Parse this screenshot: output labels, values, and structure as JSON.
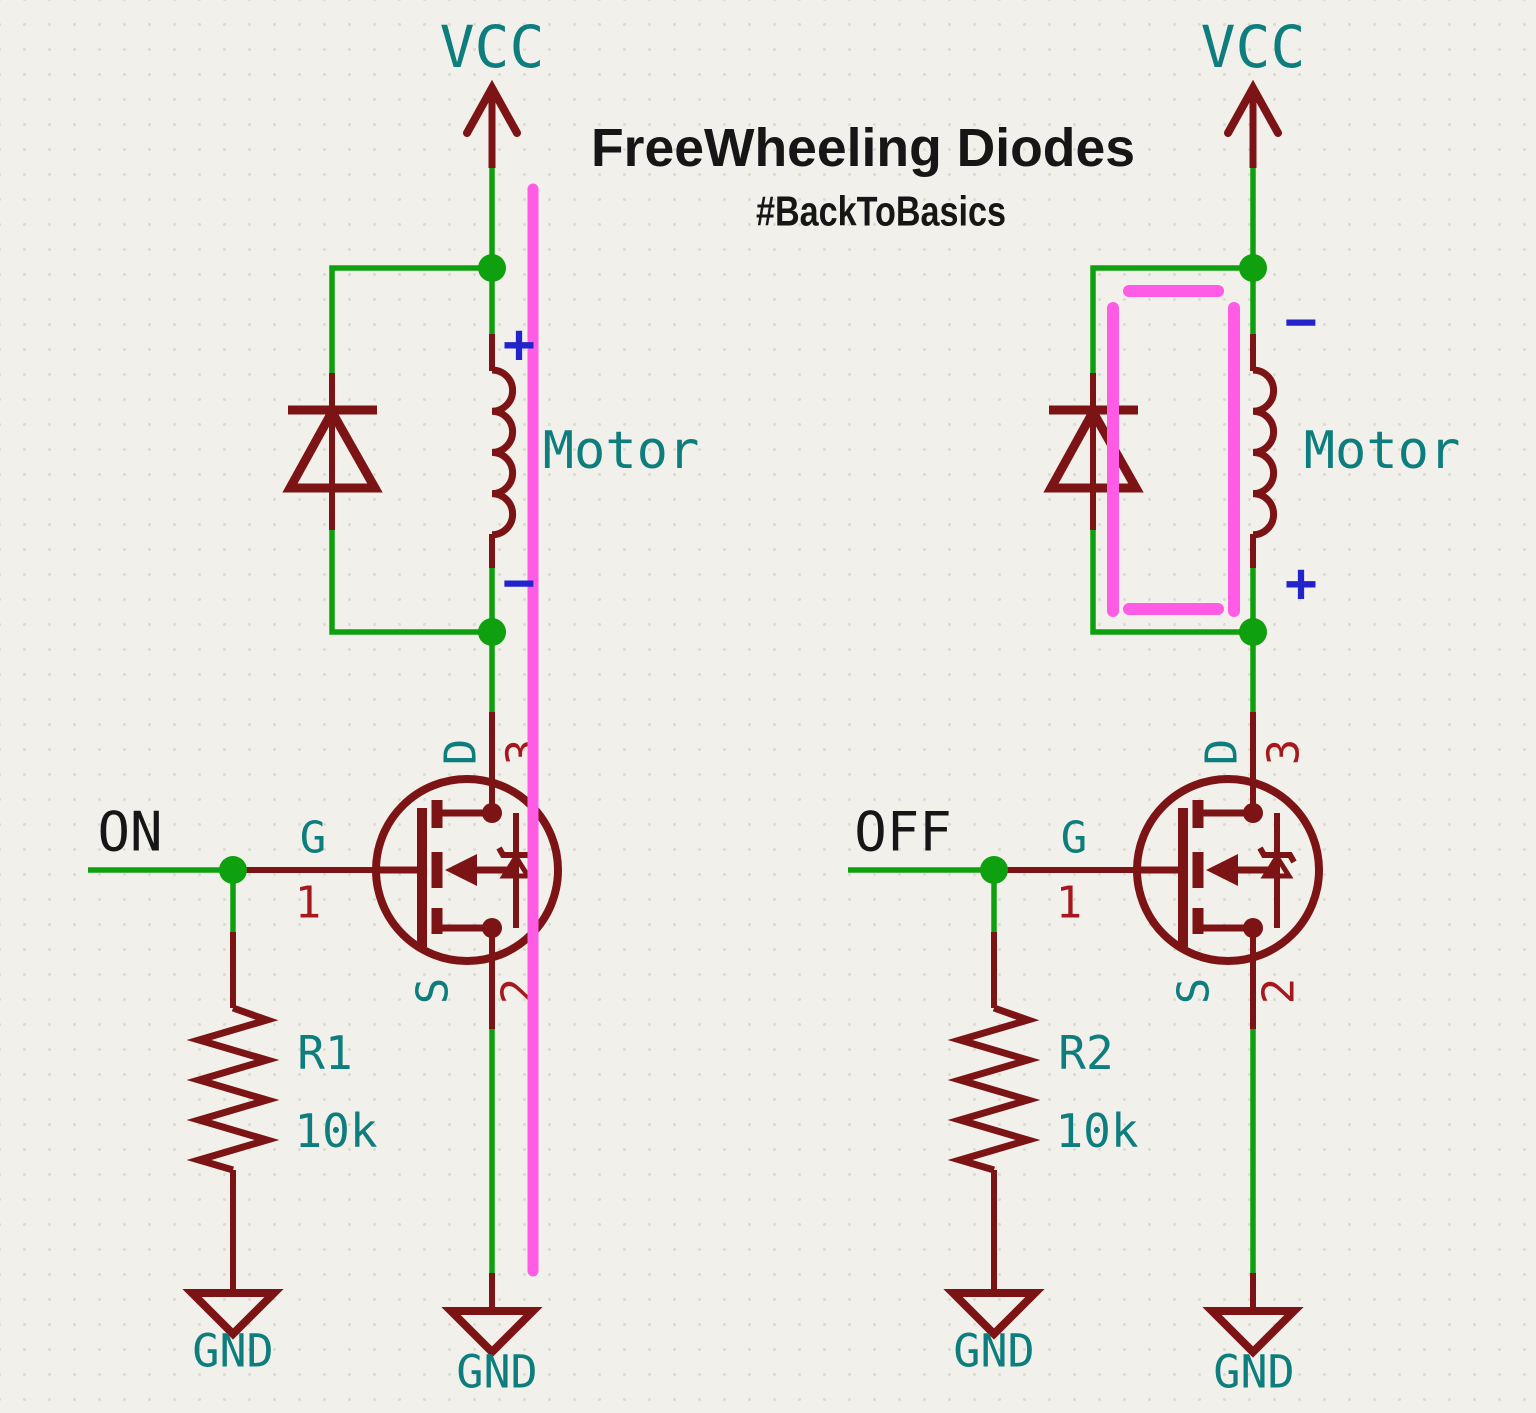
{
  "title": {
    "heading": "FreeWheeling Diodes",
    "subheading": "#BackToBasics"
  },
  "colors": {
    "background": "#f2f0ea",
    "wire_green": "#0EA00E",
    "symbol_maroon": "#7C1416",
    "pin_number_red": "#A6181D",
    "label_teal": "#0E7D7D",
    "polarity_blue": "#2323CB",
    "highlight_pink": "#FF5BE5",
    "annotation_black": "#161616"
  },
  "left": {
    "supply_label": "VCC",
    "state_label": "ON",
    "motor_label": "Motor",
    "motor_plus": "+",
    "motor_minus": "−",
    "resistor_ref": "R1",
    "resistor_value": "10k",
    "mosfet": {
      "gate_name": "G",
      "gate_number": "1",
      "drain_name": "D",
      "drain_number": "3",
      "source_name": "S",
      "source_number": "2"
    },
    "resistor_gnd_label": "GND",
    "source_gnd_label": "GND"
  },
  "right": {
    "supply_label": "VCC",
    "state_label": "OFF",
    "motor_label": "Motor",
    "motor_plus": "+",
    "motor_minus": "−",
    "resistor_ref": "R2",
    "resistor_value": "10k",
    "mosfet": {
      "gate_name": "G",
      "gate_number": "1",
      "drain_name": "D",
      "drain_number": "3",
      "source_name": "S",
      "source_number": "2"
    },
    "resistor_gnd_label": "GND",
    "source_gnd_label": "GND"
  }
}
